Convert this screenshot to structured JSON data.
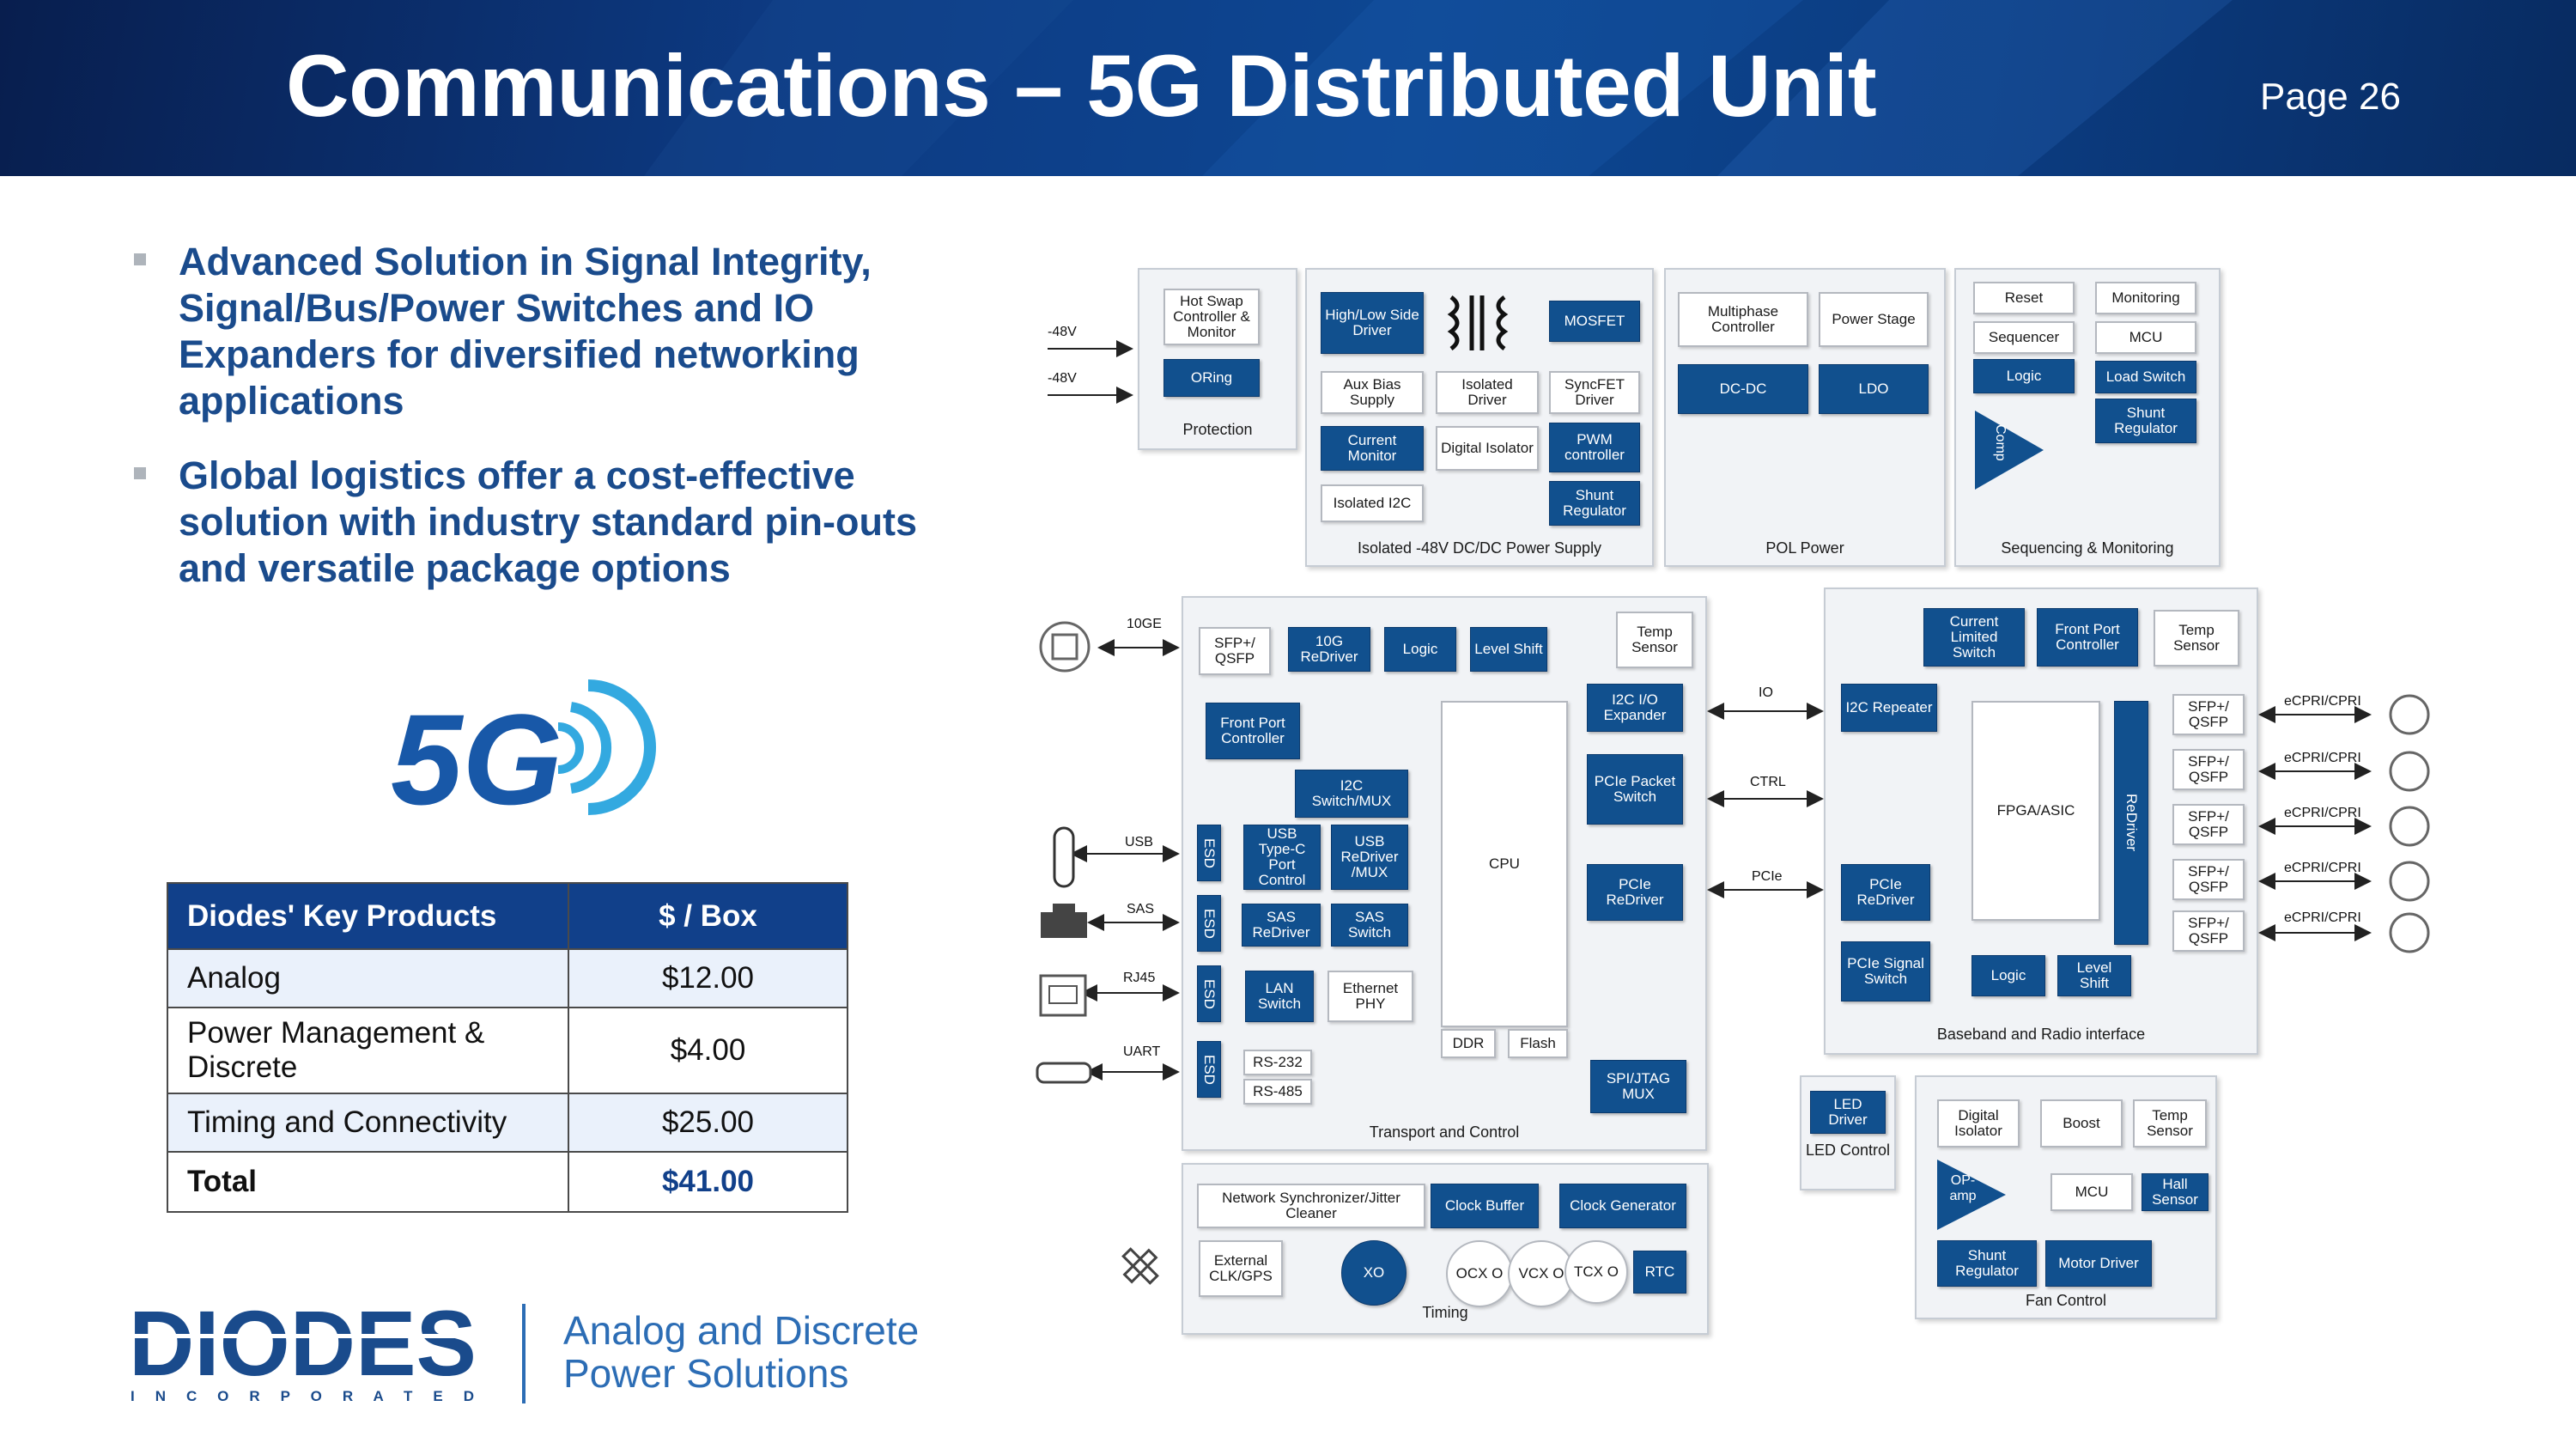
{
  "header": {
    "title": "Communications – 5G Distributed Unit",
    "page": "Page 26"
  },
  "bullets": [
    "Advanced Solution in Signal Integrity, Signal/Bus/Power Switches and IO Expanders for diversified networking applications",
    "Global logistics offer a cost-effective solution with industry standard pin-outs and versatile package options"
  ],
  "logo_5g": "5G",
  "key_products": {
    "headers": [
      "Diodes' Key Products",
      "$ / Box"
    ],
    "rows": [
      {
        "product": "Analog",
        "price": "$12.00"
      },
      {
        "product": "Power Management & Discrete",
        "price": "$4.00"
      },
      {
        "product": "Timing and Connectivity",
        "price": "$25.00"
      }
    ],
    "total_label": "Total",
    "total_value": "$41.00"
  },
  "company": {
    "logo": "DIODES",
    "logo_sub": "I N C O R P O R A T E D",
    "tagline_1": "Analog and Discrete",
    "tagline_2": "Power Solutions"
  },
  "colors": {
    "primary_blue": "#11408a",
    "block_blue": "#11508e",
    "accent": "#2c6db5"
  },
  "diagram": {
    "protection": {
      "group": "Protection",
      "inputs": [
        "-48V",
        "-48V"
      ],
      "hot_swap": "Hot Swap Controller & Monitor",
      "oring": "ORing"
    },
    "isolated_supply": {
      "group": "Isolated -48V DC/DC Power Supply",
      "high_low": "High/Low Side Driver",
      "mosfet": "MOSFET",
      "aux_bias": "Aux Bias Supply",
      "iso_driver": "Isolated Driver",
      "syncfet": "SyncFET Driver",
      "current_monitor": "Current Monitor",
      "digital_isolator": "Digital Isolator",
      "pwm": "PWM controller",
      "iso_i2c": "Isolated I2C",
      "shunt": "Shunt Regulator"
    },
    "pol": {
      "group": "POL Power",
      "multiphase": "Multiphase Controller",
      "power_stage": "Power Stage",
      "dcdc": "DC-DC",
      "ldo": "LDO"
    },
    "sequencing": {
      "group": "Sequencing & Monitoring",
      "reset": "Reset",
      "monitoring": "Monitoring",
      "sequencer": "Sequencer",
      "mcu": "MCU",
      "logic": "Logic",
      "load_switch": "Load Switch",
      "comp": "Comp",
      "shunt": "Shunt Regulator"
    },
    "transport": {
      "group": "Transport and Control",
      "tengbe": "10GE",
      "sfp": "SFP+/ QSFP",
      "redriver10g": "10G ReDriver",
      "logic": "Logic",
      "level_shift": "Level Shift",
      "temp": "Temp Sensor",
      "front_port": "Front Port Controller",
      "i2c_switch": "I2C Switch/MUX",
      "i2c_io": "I2C I/O Expander",
      "cpu": "CPU",
      "pcie_packet": "PCIe Packet Switch",
      "usb_ctrl": "USB Type-C Port Control",
      "usb_redriver": "USB ReDriver /MUX",
      "pcie_redriver": "PCIe ReDriver",
      "sas_redriver": "SAS ReDriver",
      "sas_switch": "SAS Switch",
      "lan_switch": "LAN Switch",
      "eth_phy": "Ethernet PHY",
      "ddr": "DDR",
      "flash": "Flash",
      "rs232": "RS-232",
      "rs485": "RS-485",
      "spi_mux": "SPI/JTAG MUX",
      "esd": "ESD",
      "ports": [
        "USB",
        "SAS",
        "RJ45",
        "UART"
      ]
    },
    "links": {
      "io": "IO",
      "ctrl": "CTRL",
      "pcie": "PCIe"
    },
    "timing": {
      "group": "Timing",
      "net_sync": "Network Synchronizer/Jitter Cleaner",
      "clock_buffer": "Clock Buffer",
      "clock_gen": "Clock Generator",
      "ext_clk": "External CLK/GPS",
      "xo": "XO",
      "ocxo": "OCX O",
      "vcxo": "VCX O",
      "tcxo": "TCX O",
      "rtc": "RTC"
    },
    "baseband": {
      "group": "Baseband and Radio interface",
      "current_limited": "Current Limited Switch",
      "front_port": "Front Port Controller",
      "temp": "Temp Sensor",
      "i2c_repeater": "I2C Repeater",
      "fpga": "FPGA/ASIC",
      "redriver": "ReDriver",
      "pcie_redriver": "PCIe ReDriver",
      "pcie_signal": "PCIe Signal Switch",
      "logic": "Logic",
      "level_shift": "Level Shift",
      "sfp": "SFP+/ QSFP",
      "ecpri": "eCPRI/CPRI"
    },
    "led": {
      "group": "LED Control",
      "driver": "LED Driver"
    },
    "fan": {
      "group": "Fan Control",
      "digital_isolator": "Digital Isolator",
      "boost": "Boost",
      "temp": "Temp Sensor",
      "opamp": "OP- amp",
      "mcu": "MCU",
      "hall": "Hall Sensor",
      "shunt": "Shunt Regulator",
      "motor": "Motor Driver"
    }
  }
}
